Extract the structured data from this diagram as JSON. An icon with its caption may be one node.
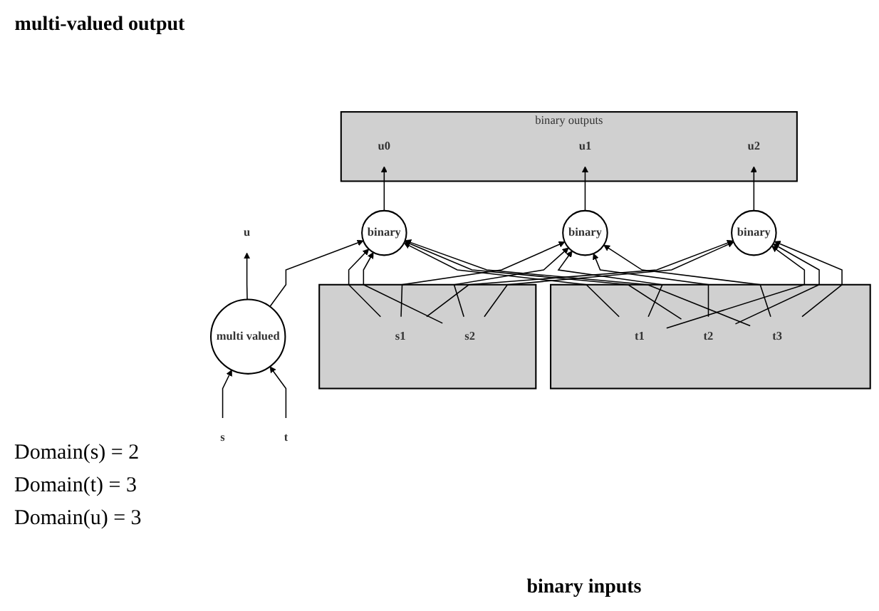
{
  "diagram": {
    "nodes": [
      {
        "text": [
          "binary outputs"
        ]
      },
      {
        "text": [
          "u0"
        ],
        "in": 0
      },
      {
        "text": [
          "u1"
        ],
        "in": 0
      },
      {
        "text": [
          "u2"
        ],
        "in": 0
      },
      {
        "text": [
          "u"
        ]
      },
      {
        "text": [
          "multi valued"
        ]
      },
      {
        "text": [
          "binary"
        ]
      },
      {
        "text": [
          "binary"
        ]
      },
      {
        "text": [
          "binary"
        ]
      },
      {
        "text": [
          "s"
        ]
      },
      {
        "text": [
          "t"
        ]
      },
      {
        "text": [],
        "shape": "box"
      },
      {
        "text": [
          "s1"
        ],
        "in": 11
      },
      {
        "text": [
          "s2"
        ],
        "in": 11
      },
      {
        "text": [],
        "shape": "box"
      },
      {
        "text": [
          "t1"
        ],
        "in": 14
      },
      {
        "text": [
          "t2"
        ],
        "in": 14
      },
      {
        "text": [
          "t3"
        ],
        "in": 14
      }
    ],
    "edges": [
      {
        "from": 5,
        "to": 4,
        "arrow": "to"
      },
      {
        "from": 9,
        "to": 5,
        "arrow": "to"
      },
      {
        "from": 10,
        "to": 5,
        "arrow": "to"
      },
      {
        "from": 5,
        "to": 6,
        "arrow": "to"
      },
      {
        "from": 6,
        "to": 1,
        "arrow": "to"
      },
      {
        "from": 7,
        "to": 2,
        "arrow": "to"
      },
      {
        "from": 8,
        "to": 3,
        "arrow": "to"
      },
      {
        "from": 12,
        "to": 6,
        "arrow": "to"
      },
      {
        "from": 12,
        "to": 7,
        "arrow": "to"
      },
      {
        "from": 12,
        "to": 8,
        "arrow": "to"
      },
      {
        "from": 13,
        "to": 6,
        "arrow": "to"
      },
      {
        "from": 13,
        "to": 7,
        "arrow": "to"
      },
      {
        "from": 13,
        "to": 8,
        "arrow": "to"
      },
      {
        "from": 15,
        "to": 6,
        "arrow": "to"
      },
      {
        "from": 15,
        "to": 7,
        "arrow": "to"
      },
      {
        "from": 15,
        "to": 8,
        "arrow": "to"
      },
      {
        "from": 16,
        "to": 6,
        "arrow": "to"
      },
      {
        "from": 16,
        "to": 7,
        "arrow": "to"
      },
      {
        "from": 16,
        "to": 8,
        "arrow": "to"
      },
      {
        "from": 17,
        "to": 6,
        "arrow": "to"
      },
      {
        "from": 17,
        "to": 7,
        "arrow": "to"
      },
      {
        "from": 17,
        "to": 8,
        "arrow": "to"
      }
    ],
    "labels": [
      "multi-valued output",
      "Domain(s) = 2",
      "Domain(t) = 3",
      "Domain(u) = 3",
      "binary inputs"
    ]
  }
}
